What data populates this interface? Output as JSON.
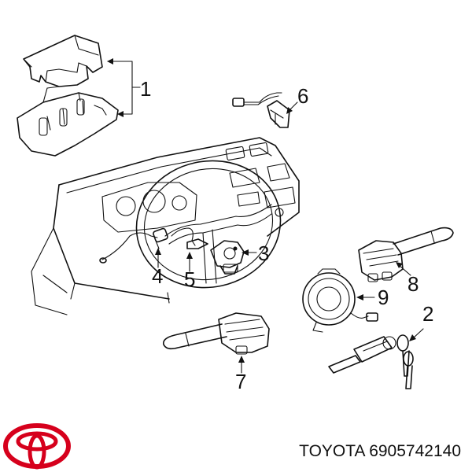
{
  "callouts": {
    "n1": "1",
    "n2": "2",
    "n3": "3",
    "n4": "4",
    "n5": "5",
    "n6": "6",
    "n7": "7",
    "n8": "8",
    "n9": "9"
  },
  "footer": {
    "part_label": "TOYOTA 6905742140"
  },
  "colors": {
    "ink": "#111111",
    "logo_red": "#d6001c",
    "background": "#ffffff"
  },
  "icons": {
    "logo": "toyota-logo-icon"
  }
}
